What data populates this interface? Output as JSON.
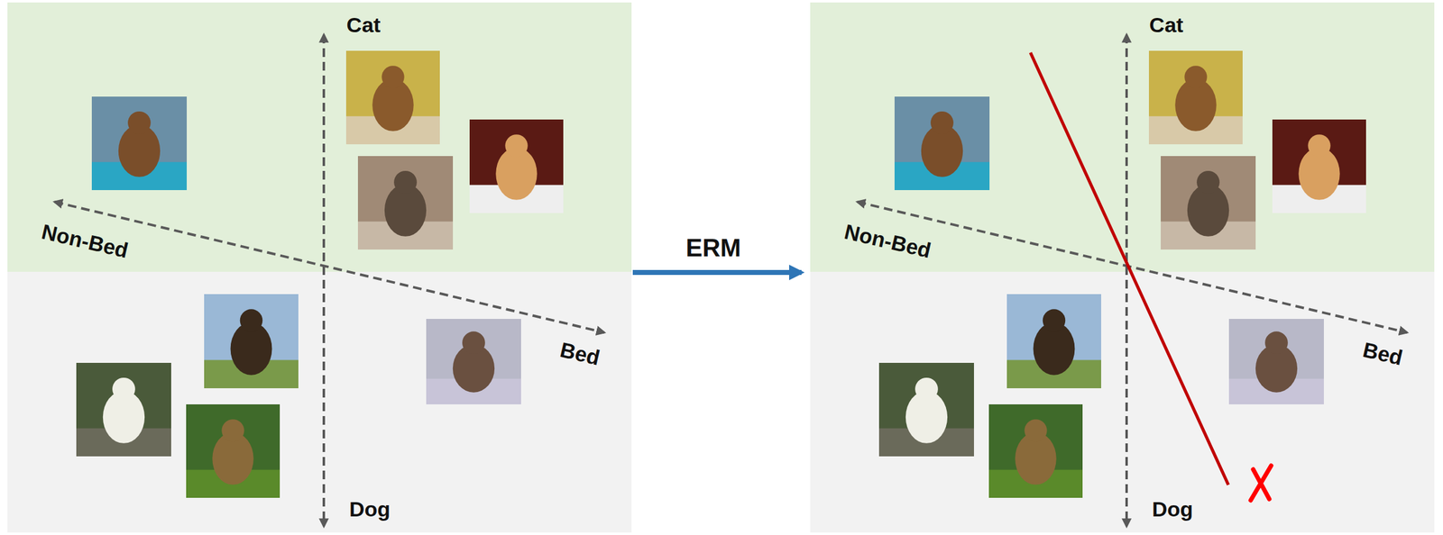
{
  "diagram": {
    "labels": [
      "Cat",
      "Non-Bed",
      "Bed",
      "Dog",
      "ERM",
      "Cat",
      "Non-Bed",
      "Bed",
      "Dog"
    ]
  }
}
